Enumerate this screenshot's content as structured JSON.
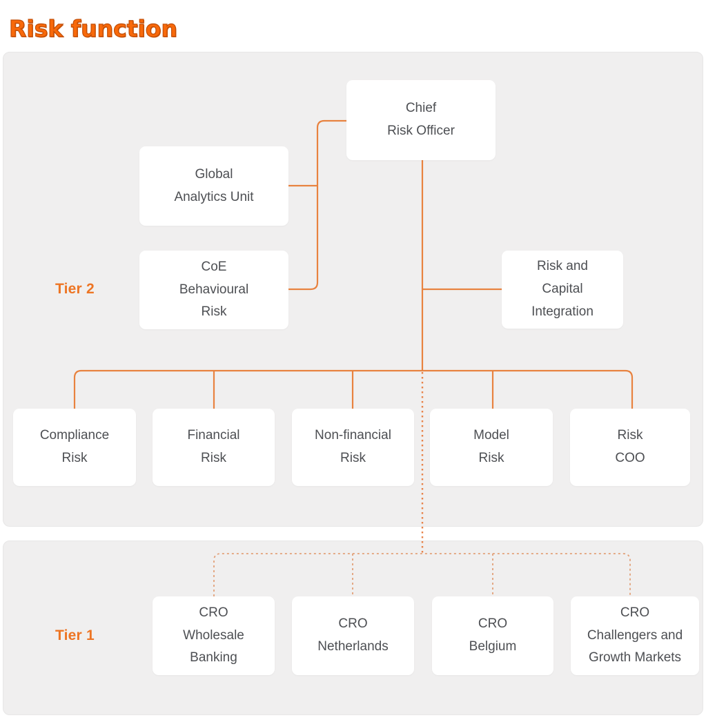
{
  "page_title": "Risk function",
  "colors": {
    "title_orange": "#f8690a",
    "tier_label_orange": "#ed7524",
    "connector_orange": "#e8823f",
    "dashed_connector_orange": "#e2a078",
    "panel_background": "#f0efef",
    "node_background": "#ffffff",
    "node_text": "#4d4f53"
  },
  "tier_labels": {
    "tier2": "Tier 2",
    "tier1": "Tier 1"
  },
  "nodes": {
    "chief_risk_officer": "Chief\nRisk Officer",
    "global_analytics_unit": "Global\nAnalytics Unit",
    "coe_behavioural_risk": "CoE\nBehavioural\nRisk",
    "risk_and_capital_integration": "Risk and\nCapital\nIntegration",
    "compliance_risk": "Compliance\nRisk",
    "financial_risk": "Financial\nRisk",
    "non_financial_risk": "Non-financial\nRisk",
    "model_risk": "Model\nRisk",
    "risk_coo": "Risk\nCOO",
    "cro_wholesale_banking": "CRO\nWholesale\nBanking",
    "cro_netherlands": "CRO\nNetherlands",
    "cro_belgium": "CRO\nBelgium",
    "cro_challengers_growth_markets": "CRO\nChallengers and\nGrowth Markets"
  },
  "edges": [
    {
      "from": "chief_risk_officer",
      "to": "global_analytics_unit",
      "style": "solid"
    },
    {
      "from": "chief_risk_officer",
      "to": "coe_behavioural_risk",
      "style": "solid"
    },
    {
      "from": "chief_risk_officer",
      "to": "risk_and_capital_integration",
      "style": "solid"
    },
    {
      "from": "chief_risk_officer",
      "to": "compliance_risk",
      "style": "solid"
    },
    {
      "from": "chief_risk_officer",
      "to": "financial_risk",
      "style": "solid"
    },
    {
      "from": "chief_risk_officer",
      "to": "non_financial_risk",
      "style": "solid"
    },
    {
      "from": "chief_risk_officer",
      "to": "model_risk",
      "style": "solid"
    },
    {
      "from": "chief_risk_officer",
      "to": "risk_coo",
      "style": "solid"
    },
    {
      "from": "chief_risk_officer",
      "to": "cro_wholesale_banking",
      "style": "dashed"
    },
    {
      "from": "chief_risk_officer",
      "to": "cro_netherlands",
      "style": "dashed"
    },
    {
      "from": "chief_risk_officer",
      "to": "cro_belgium",
      "style": "dashed"
    },
    {
      "from": "chief_risk_officer",
      "to": "cro_challengers_growth_markets",
      "style": "dashed"
    }
  ]
}
